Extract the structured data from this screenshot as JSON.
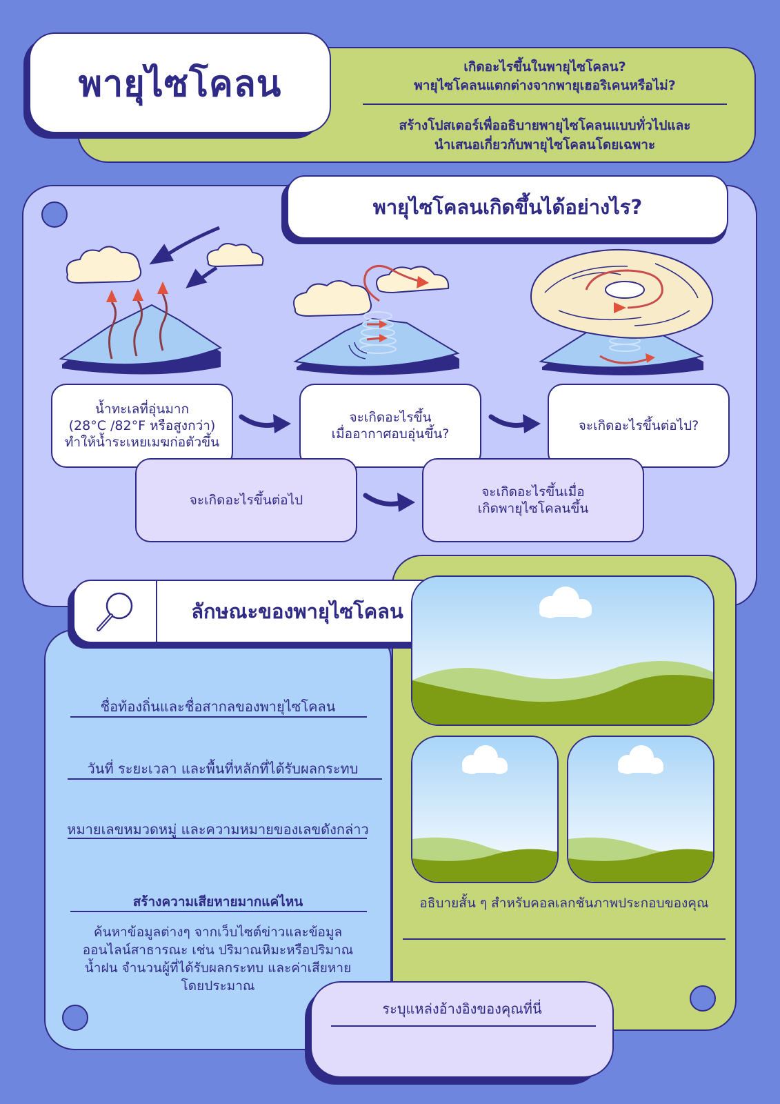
{
  "header": {
    "title": "พายุไซโคลน",
    "question_1": "เกิดอะไรขึ้นในพายุไซโคลน?",
    "question_2": "พายุไซโคลนแตกต่างจากพายุเฮอริเคนหรือไม่?",
    "desc_1": "สร้างโปสเตอร์เพื่ออธิบายพายุไซโคลนแบบทั่วไปและ",
    "desc_2": "นำเสนอเกี่ยวกับพายุไซโคลนโดยเฉพาะ"
  },
  "formation": {
    "heading": "พายุไซโคลนเกิดขึ้นได้อย่างไร?",
    "step_1": [
      "น้ำทะเลที่อุ่นมาก",
      "(28°C /82°F หรือสูงกว่า)",
      "ทำให้น้ำระเหยเมฆก่อตัวขึ้น"
    ],
    "step_2": [
      "จะเกิดอะไรขึ้น",
      "เมื่ออากาศอบอุ่นขึ้น?"
    ],
    "step_3": [
      "จะเกิดอะไรขึ้นต่อไป?"
    ],
    "step_4": [
      "จะเกิดอะไรขึ้นต่อไป"
    ],
    "step_5": [
      "จะเกิดอะไรขึ้นเมื่อ",
      "เกิดพายุไซโคลนขึ้น"
    ]
  },
  "characteristics": {
    "heading": "ลักษณะของพายุไซโคลน",
    "field_1": "ชื่อท้องถิ่นและชื่อสากลของพายุไซโคลน",
    "field_2": "วันที่ ระยะเวลา และพื้นที่หลักที่ได้รับผลกระทบ",
    "field_3": "หมายเลขหมวดหมู่ และความหมายของเลขดังกล่าว",
    "damage_title": "สร้างความเสียหายมากแค่ไหน",
    "damage_lines": [
      "ค้นหาข้อมูลต่างๆ จากเว็บไซต์ข่าวและข้อมูล",
      "ออนไลน์สาธารณะ เช่น ปริมาณหิมะหรือปริมาณ",
      "น้ำฝน จำนวนผู้ที่ได้รับผลกระทบ และค่าเสียหาย",
      "โดยประมาณ"
    ]
  },
  "gallery": {
    "caption": "อธิบายสั้น ๆ สำหรับคอลเลกชันภาพประกอบของคุณ"
  },
  "reference": {
    "label": "ระบุแหล่งอ้างอิงของคุณที่นี่"
  }
}
